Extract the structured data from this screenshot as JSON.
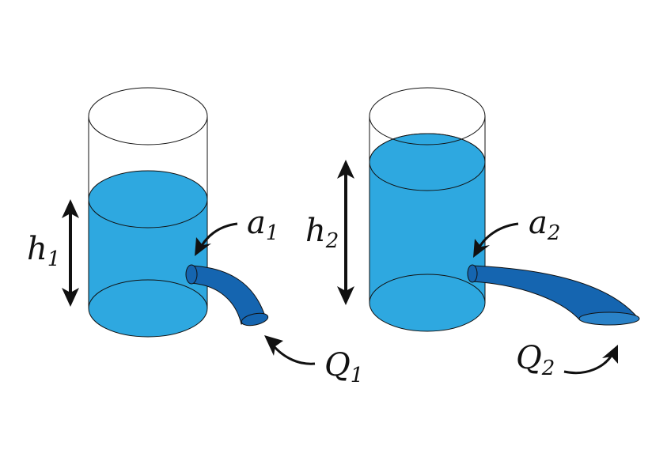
{
  "labels": {
    "h1": {
      "symbol": "h",
      "subscript": "1"
    },
    "a1": {
      "symbol": "a",
      "subscript": "1"
    },
    "Q1": {
      "symbol": "Q",
      "subscript": "1"
    },
    "h2": {
      "symbol": "h",
      "subscript": "2"
    },
    "a2": {
      "symbol": "a",
      "subscript": "2"
    },
    "Q2": {
      "symbol": "Q",
      "subscript": "2"
    }
  },
  "colors": {
    "water": "#2ea8e0",
    "water_dark": "#2496cc",
    "jet": "#1565b0",
    "jet_dark": "#0d4d8c",
    "outline": "#111111",
    "arrow": "#111111"
  },
  "icons": {
    "level_arrow": "double-headed-arrow",
    "pointer_arrow": "curved-arrow"
  }
}
